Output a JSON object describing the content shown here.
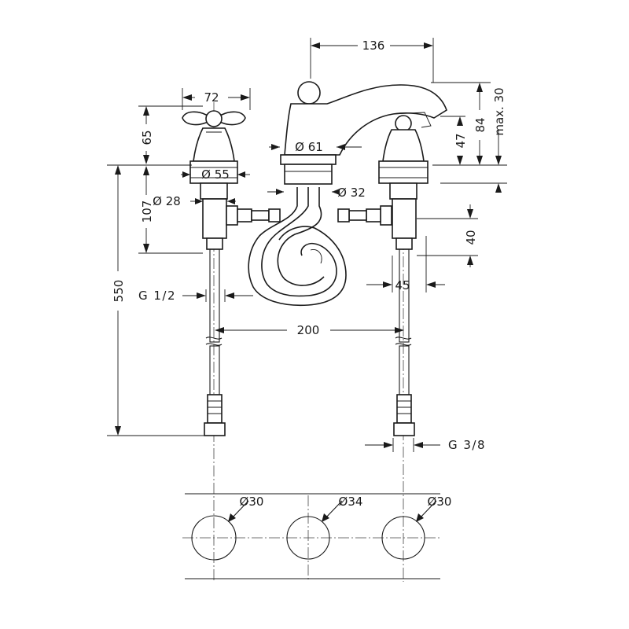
{
  "dimensions": {
    "spout_reach": "136",
    "handle_width": "72",
    "handle_height": "65",
    "escutcheon_diameter": "Ø 55",
    "spout_base_diameter": "Ø 61",
    "shank_diameter": "Ø 28",
    "spout_shank_diameter": "Ø 32",
    "valve_body_height": "107",
    "outlet_height": "47",
    "spout_height": "84",
    "spout_height_max": "max. 30",
    "connector_offset": "40",
    "valve_depth": "45",
    "overall_length": "550",
    "inlet_thread": "G 1/2",
    "center_distance": "200",
    "hose_thread": "G 3/8",
    "hole_left": "Ø30",
    "hole_center": "Ø34",
    "hole_right": "Ø30"
  },
  "colors": {
    "line": "#1a1a1a",
    "background": "#ffffff"
  }
}
